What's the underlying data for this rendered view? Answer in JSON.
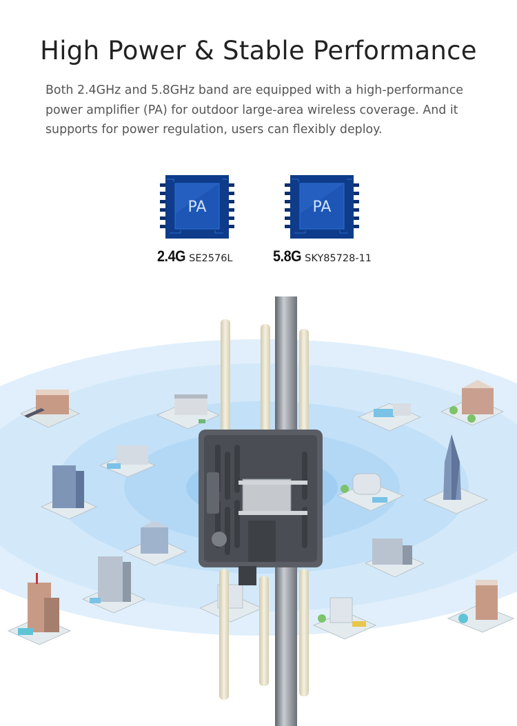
{
  "header": {
    "title": "High Power & Stable Performance",
    "description_lines": [
      "Both 2.4GHz and 5.8GHz band are equipped with a high-performance",
      "power amplifier (PA) for outdoor large-area wireless coverage. And it",
      "supports for power regulation, users can flexibly deploy."
    ]
  },
  "chips": [
    {
      "chip_text": "PA",
      "band": "2.4G",
      "model": "SE2576L"
    },
    {
      "chip_text": "PA",
      "band": "5.8G",
      "model": "SKY85728-11"
    }
  ],
  "colors": {
    "chip_blue": "#1e56b5",
    "chip_dark": "#0c2f6e",
    "coverage_outer": "#dcedfb",
    "coverage_inner": "#b8dcf6",
    "pole": "#8a8f96",
    "antenna": "#e8e2c9",
    "device_body": "#4d5157"
  }
}
